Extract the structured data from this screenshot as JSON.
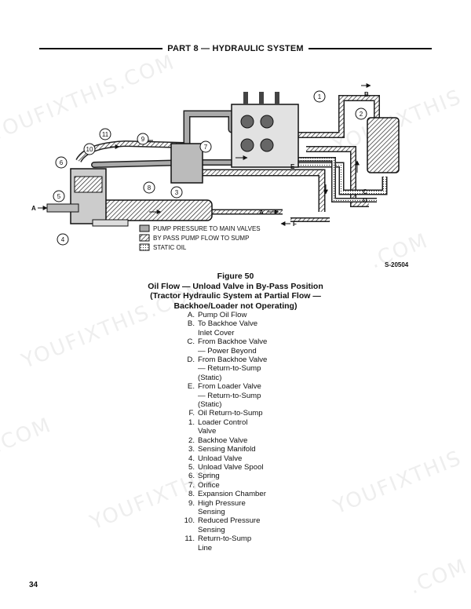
{
  "header": {
    "title": "PART 8 — HYDRAULIC SYSTEM"
  },
  "diagram": {
    "callouts": [
      "1",
      "2",
      "3",
      "4",
      "5",
      "6",
      "7",
      "8",
      "9",
      "10",
      "11"
    ],
    "letters": [
      "A",
      "A",
      "B",
      "C",
      "D",
      "E",
      "F"
    ],
    "legend": [
      "PUMP PRESSURE TO MAIN VALVES",
      "BY PASS PUMP FLOW TO SUMP",
      "STATIC OIL"
    ]
  },
  "figure_code": "S-20504",
  "caption": {
    "line1": "Figure 50",
    "line2": "Oil Flow — Unload Valve in By-Pass Position",
    "line3": "(Tractor Hydraulic System at Partial Flow —",
    "line4": "Backhoe/Loader not Operating)"
  },
  "legend_items": [
    {
      "key": "A.",
      "text": "Pump Oil Flow"
    },
    {
      "key": "B.",
      "text": "To Backhoe Valve"
    },
    {
      "key": "",
      "text": "Inlet Cover"
    },
    {
      "key": "C.",
      "text": "From Backhoe Valve"
    },
    {
      "key": "",
      "text": "— Power Beyond"
    },
    {
      "key": "D.",
      "text": "From Backhoe Valve"
    },
    {
      "key": "",
      "text": "— Return-to-Sump"
    },
    {
      "key": "",
      "text": "(Static)"
    },
    {
      "key": "E.",
      "text": "From Loader Valve"
    },
    {
      "key": "",
      "text": "— Return-to-Sump"
    },
    {
      "key": "",
      "text": "(Static)"
    },
    {
      "key": "F.",
      "text": "Oil Return-to-Sump"
    },
    {
      "key": "1.",
      "text": "Loader Control"
    },
    {
      "key": "",
      "text": "Valve"
    },
    {
      "key": "2.",
      "text": "Backhoe Valve"
    },
    {
      "key": "3.",
      "text": "Sensing Manifold"
    },
    {
      "key": "4.",
      "text": "Unload Valve"
    },
    {
      "key": "5.",
      "text": "Unload Valve Spool"
    },
    {
      "key": "6.",
      "text": "Spring"
    },
    {
      "key": "7.",
      "text": "Orifice"
    },
    {
      "key": "8.",
      "text": "Expansion Chamber"
    },
    {
      "key": "9.",
      "text": "High Pressure"
    },
    {
      "key": "",
      "text": "Sensing"
    },
    {
      "key": "10.",
      "text": "Reduced Pressure"
    },
    {
      "key": "",
      "text": "Sensing"
    },
    {
      "key": "11.",
      "text": "Return-to-Sump"
    },
    {
      "key": "",
      "text": "Line"
    }
  ],
  "page_number": "34",
  "watermarks": [
    "YOUFIXTHIS.COM",
    "YOUFIXTHIS",
    ".COM",
    "YOUFIXTHIS.COM",
    "YOUFIXTHIS",
    ".COM",
    "YOUFIXTHIS",
    ".COM"
  ]
}
